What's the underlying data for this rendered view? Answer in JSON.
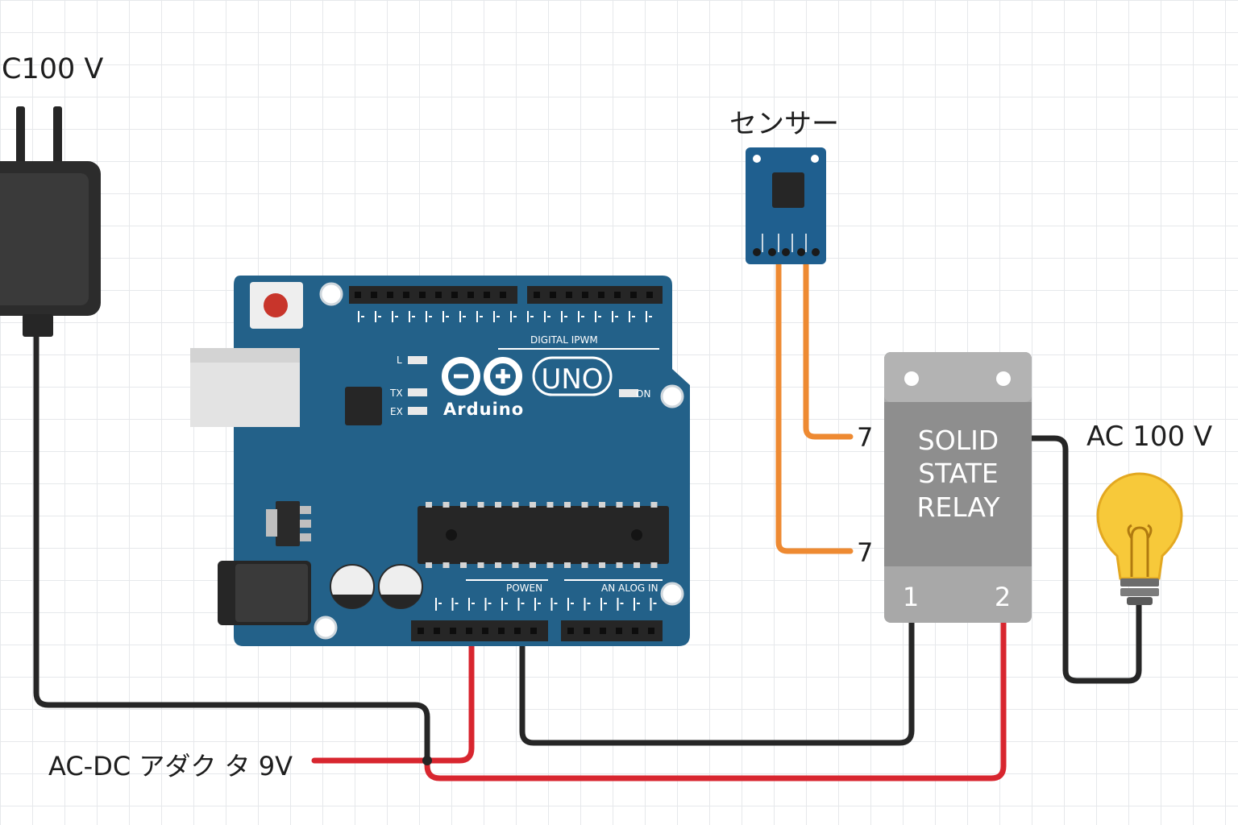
{
  "labels": {
    "ac_left": "C100 V",
    "sensor": "センサー",
    "ac_right": "AC 100 V",
    "adapter": "AC-DC アダク タ 9V",
    "relay_pin_top": "7",
    "relay_pin_bottom": "7"
  },
  "arduino": {
    "brand": "Arduino",
    "model": "UNO",
    "digital_header": "DIGITAL IPWM",
    "power_header": "POWEN",
    "analog_header": "AN ALOG IN",
    "led_l": "L",
    "led_tx": "TX",
    "led_rx": "EX",
    "led_on": "ON"
  },
  "relay": {
    "line1": "SOLID",
    "line2": "STATE",
    "line3": "RELAY",
    "terminal1": "1",
    "terminal2": "2"
  },
  "colors": {
    "board": "#236189",
    "wire_orange": "#ee8a32",
    "wire_red": "#d8262f",
    "wire_black": "#262626",
    "relay_body": "#9a9a9a",
    "bulb": "#f7c93a"
  }
}
